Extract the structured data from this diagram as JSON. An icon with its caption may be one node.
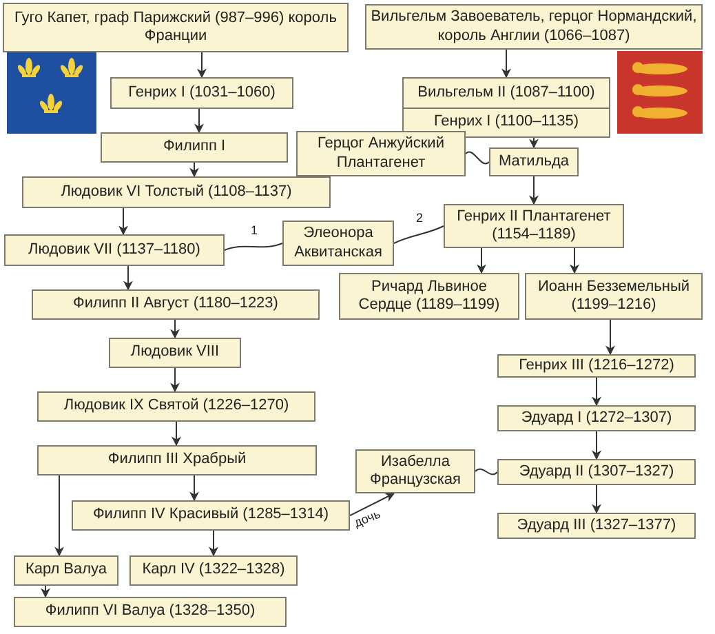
{
  "diagram": {
    "nodes": [
      {
        "text": [
          "Гуго Капет, граф Парижский (987–996) король Франции"
        ]
      },
      {
        "text": [
          "Генрих I (1031–1060)"
        ]
      },
      {
        "text": [
          "Филипп I"
        ]
      },
      {
        "text": [
          "Людовик VI Толстый (1108–1137)"
        ]
      },
      {
        "text": [
          "Людовик VII (1137–1180)"
        ]
      },
      {
        "text": [
          "Элеонора Аквитанская"
        ]
      },
      {
        "text": [
          "Филипп II Август (1180–1223)"
        ]
      },
      {
        "text": [
          "Людовик VIII"
        ]
      },
      {
        "text": [
          "Людовик IX Святой (1226–1270)"
        ]
      },
      {
        "text": [
          "Филипп III Храбрый"
        ]
      },
      {
        "text": [
          "Филипп IV Красивый (1285–1314)"
        ]
      },
      {
        "text": [
          "Карл Валуа"
        ]
      },
      {
        "text": [
          "Карл IV (1322–1328)"
        ]
      },
      {
        "text": [
          "Филипп VI  Валуа (1328–1350)"
        ]
      },
      {
        "text": [
          "Вильгельм Завоеватель, герцог Нормандский, король Англии (1066–1087)"
        ]
      },
      {
        "text": [
          "Вильгельм II (1087–1100)",
          "Генрих I (1100–1135)"
        ]
      },
      {
        "text": [
          "Герцог Анжуйский Плантагенет"
        ]
      },
      {
        "text": [
          "Матильда"
        ]
      },
      {
        "text": [
          "Генрих II Плантагенет (1154–1189)"
        ]
      },
      {
        "text": [
          "Ричард Львиное Сердце (1189–1199)"
        ]
      },
      {
        "text": [
          "Иоанн Безземельный (1199–1216)"
        ]
      },
      {
        "text": [
          "Генрих III (1216–1272)"
        ]
      },
      {
        "text": [
          "Эдуард I (1272–1307)"
        ]
      },
      {
        "text": [
          "Эдуард II (1307–1327)"
        ]
      },
      {
        "text": [
          "Эдуард III (1327–1377)"
        ]
      },
      {
        "text": [
          "Изабелла Французская"
        ]
      }
    ],
    "edges": [
      {
        "from": 0,
        "to": 1,
        "arrow": "to"
      },
      {
        "from": 1,
        "to": 2,
        "arrow": "to"
      },
      {
        "from": 2,
        "to": 3,
        "arrow": "to"
      },
      {
        "from": 3,
        "to": 4,
        "arrow": "to"
      },
      {
        "from": 4,
        "to": 5,
        "arrow": "none",
        "label": "1"
      },
      {
        "from": 4,
        "to": 6,
        "arrow": "to"
      },
      {
        "from": 6,
        "to": 7,
        "arrow": "to"
      },
      {
        "from": 7,
        "to": 8,
        "arrow": "to"
      },
      {
        "from": 8,
        "to": 9,
        "arrow": "to"
      },
      {
        "from": 9,
        "to": 10,
        "arrow": "to"
      },
      {
        "from": 9,
        "to": 11,
        "arrow": "to"
      },
      {
        "from": 10,
        "to": 12,
        "arrow": "to"
      },
      {
        "from": 11,
        "to": 13,
        "arrow": "to"
      },
      {
        "from": 14,
        "to": 15,
        "arrow": "to"
      },
      {
        "from": 15,
        "to": 17,
        "arrow": "to"
      },
      {
        "from": 16,
        "to": 17,
        "arrow": "none"
      },
      {
        "from": 17,
        "to": 18,
        "arrow": "to"
      },
      {
        "from": 5,
        "to": 18,
        "arrow": "none",
        "label": "2"
      },
      {
        "from": 18,
        "to": 19,
        "arrow": "to"
      },
      {
        "from": 18,
        "to": 20,
        "arrow": "to"
      },
      {
        "from": 20,
        "to": 21,
        "arrow": "to"
      },
      {
        "from": 21,
        "to": 22,
        "arrow": "to"
      },
      {
        "from": 22,
        "to": 23,
        "arrow": "to"
      },
      {
        "from": 23,
        "to": 24,
        "arrow": "to"
      },
      {
        "from": 10,
        "to": 25,
        "arrow": "to",
        "label": "дочь"
      },
      {
        "from": 25,
        "to": 23,
        "arrow": "none"
      }
    ]
  }
}
